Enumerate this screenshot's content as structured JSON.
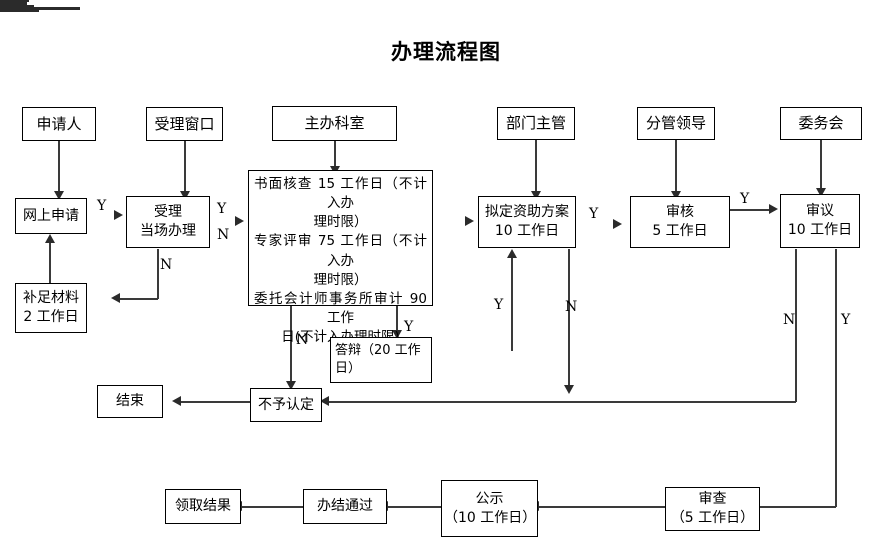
{
  "title": "办理流程图",
  "lanes": [
    {
      "id": "applicant",
      "label": "申请人"
    },
    {
      "id": "window",
      "label": "受理窗口"
    },
    {
      "id": "department",
      "label": "主办科室"
    },
    {
      "id": "supervisor",
      "label": "部门主管"
    },
    {
      "id": "leader",
      "label": "分管领导"
    },
    {
      "id": "committee",
      "label": "委务会"
    }
  ],
  "nodes": {
    "online_apply": {
      "line1": "网上申请"
    },
    "accept": {
      "line1": "受理",
      "line2": "当场办理"
    },
    "supplement": {
      "line1": "补足材料",
      "line2": "2 工作日"
    },
    "review_box": {
      "line1": "书面核查 15 工作日（不计入办",
      "line2": "理时限）",
      "line3": "专家评审 75 工作日（不计入办",
      "line4": "理时限）",
      "line5": "委托会计师事务所审计 90 工作",
      "line6": "日(不计入办理时限)"
    },
    "plan": {
      "line1": "拟定资助方案",
      "line2": "10 工作日"
    },
    "check": {
      "line1": "审核",
      "line2": "5 工作日"
    },
    "deliberate": {
      "line1": "审议",
      "line2": "10 工作日"
    },
    "defense": {
      "line1": "答辩（20 工作",
      "line2": "日）"
    },
    "reject": {
      "line1": "不予认定"
    },
    "end": {
      "line1": "结束"
    },
    "inspect": {
      "line1": "审查",
      "line2": "（5 工作日）"
    },
    "publicity": {
      "line1": "公示",
      "line2": "（10 工作日）"
    },
    "done": {
      "line1": "办结通过"
    },
    "collect": {
      "line1": "领取结果"
    }
  },
  "edge_labels": {
    "apply_to_accept": "Y",
    "accept_out_y": "Y",
    "accept_out_n": "N",
    "accept_reject_n": "N",
    "review_to_reject_n": "N",
    "review_to_defense_y": "Y",
    "defense_to_plan_y": "Y",
    "plan_to_check_y": "Y",
    "plan_reject_n": "N",
    "check_to_deliberate_y": "Y",
    "deliberate_n": "N",
    "deliberate_y": "Y"
  }
}
